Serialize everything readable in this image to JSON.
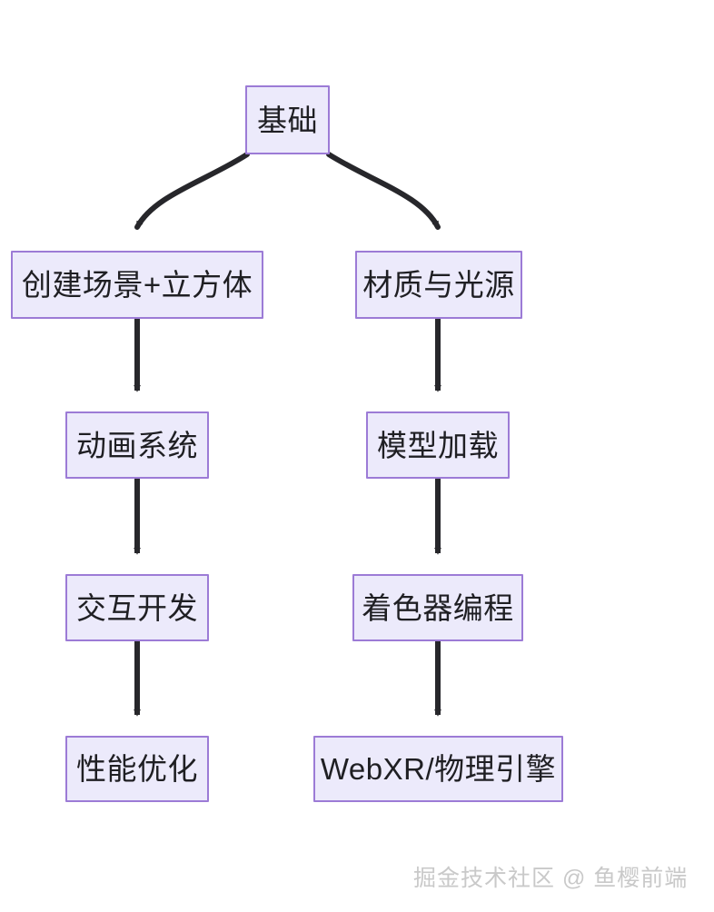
{
  "diagram": {
    "type": "flowchart",
    "direction": "top-down",
    "background": "#ffffff",
    "node_fill": "#ECEAFB",
    "node_border": "#9C7BD6",
    "edge_color": "#27272b",
    "nodes": [
      {
        "id": "root",
        "label": "基础"
      },
      {
        "id": "scene",
        "label": "创建场景+立方体"
      },
      {
        "id": "material",
        "label": "材质与光源"
      },
      {
        "id": "anim",
        "label": "动画系统"
      },
      {
        "id": "model",
        "label": "模型加载"
      },
      {
        "id": "inter",
        "label": "交互开发"
      },
      {
        "id": "shader",
        "label": "着色器编程"
      },
      {
        "id": "perf",
        "label": "性能优化"
      },
      {
        "id": "webxr",
        "label": "WebXR/物理引擎"
      }
    ],
    "edges": [
      {
        "from": "root",
        "to": "scene",
        "style": "curved"
      },
      {
        "from": "root",
        "to": "material",
        "style": "curved"
      },
      {
        "from": "scene",
        "to": "anim",
        "style": "straight"
      },
      {
        "from": "anim",
        "to": "inter",
        "style": "straight"
      },
      {
        "from": "inter",
        "to": "perf",
        "style": "straight"
      },
      {
        "from": "material",
        "to": "model",
        "style": "straight"
      },
      {
        "from": "model",
        "to": "shader",
        "style": "straight"
      },
      {
        "from": "shader",
        "to": "webxr",
        "style": "straight"
      }
    ]
  },
  "watermark": {
    "text": "掘金技术社区 @ 鱼樱前端"
  }
}
